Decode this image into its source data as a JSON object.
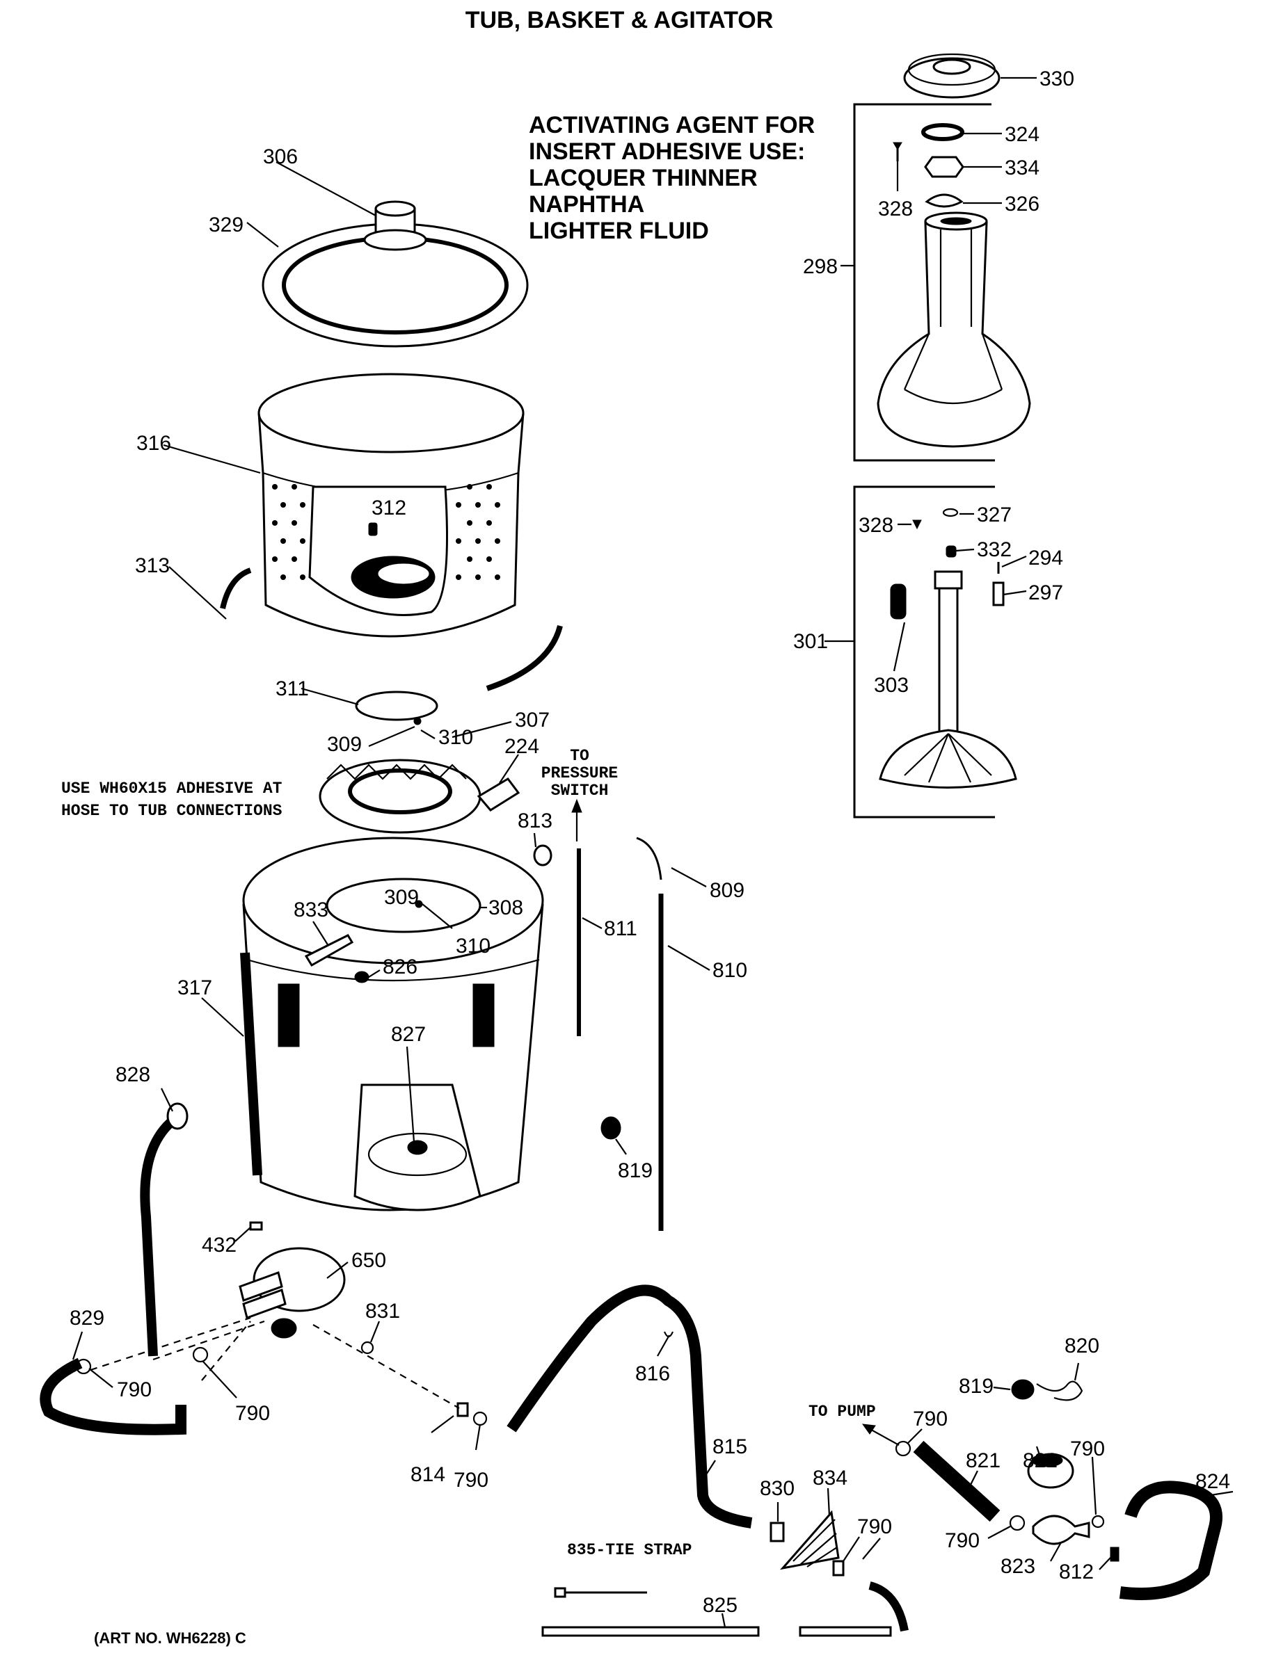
{
  "header": {
    "title": "TUB, BASKET & AGITATOR"
  },
  "notes": {
    "activating_agent": [
      "ACTIVATING AGENT FOR",
      "INSERT ADHESIVE USE:",
      "LACQUER THINNER",
      "NAPHTHA",
      "LIGHTER FLUID"
    ],
    "adhesive": [
      "USE WH60X15 ADHESIVE AT",
      "HOSE TO TUB CONNECTIONS"
    ],
    "to_pressure_switch": [
      "TO",
      "PRESSURE",
      "SWITCH"
    ],
    "to_pump": "TO PUMP",
    "tie_strap": "835-TIE STRAP",
    "art_number": "(ART NO. WH6228) C"
  },
  "part_labels": [
    "330",
    "324",
    "334",
    "328",
    "326",
    "298",
    "306",
    "329",
    "316",
    "312",
    "313",
    "327",
    "328",
    "332",
    "294",
    "297",
    "301",
    "303",
    "311",
    "307",
    "309",
    "310",
    "224",
    "813",
    "809",
    "833",
    "309",
    "308",
    "310",
    "811",
    "826",
    "810",
    "317",
    "827",
    "828",
    "819",
    "432",
    "650",
    "829",
    "831",
    "790",
    "790",
    "816",
    "820",
    "819",
    "790",
    "815",
    "821",
    "822",
    "790",
    "814",
    "790",
    "830",
    "834",
    "790",
    "824",
    "790",
    "823",
    "812",
    "825"
  ]
}
